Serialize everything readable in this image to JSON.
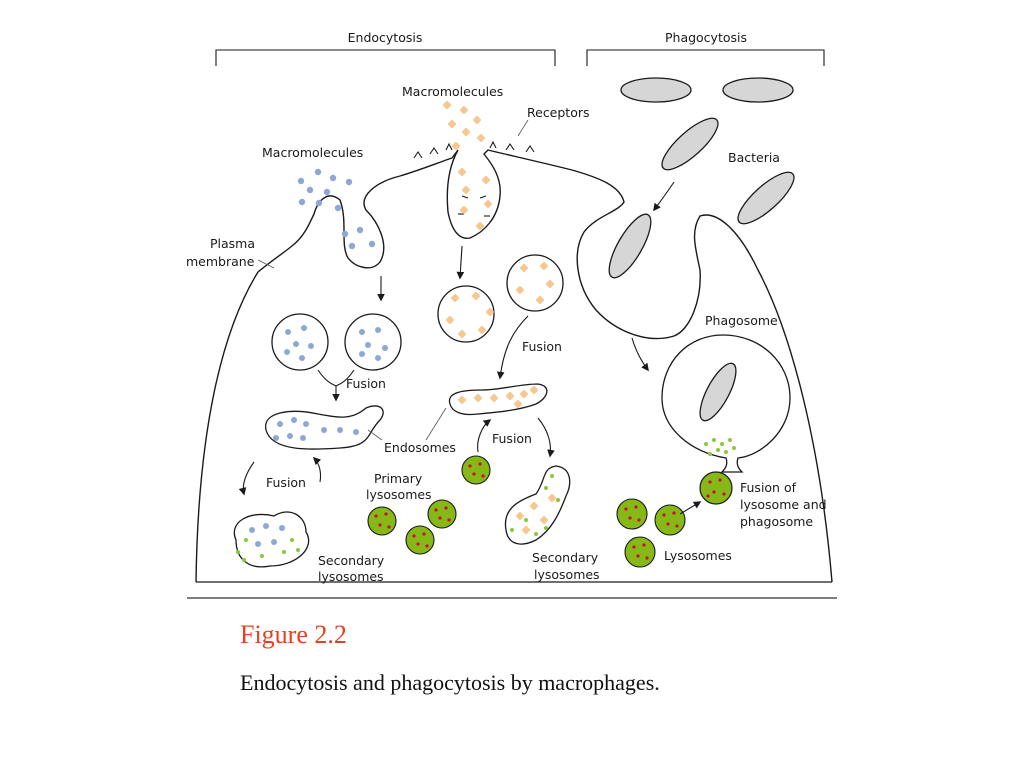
{
  "labels": {
    "endocytosis": "Endocytosis",
    "phagocytosis": "Phagocytosis",
    "macromolecules_center": "Macromolecules",
    "receptors": "Receptors",
    "macromolecules_left": "Macromolecules",
    "plasma": "Plasma",
    "membrane": "membrane",
    "bacteria": "Bacteria",
    "phagosome": "Phagosome",
    "fusion_left_upper": "Fusion",
    "fusion_center_upper": "Fusion",
    "endosomes": "Endosomes",
    "fusion_center_lower": "Fusion",
    "fusion_left_lower": "Fusion",
    "primary": "Primary",
    "lysosomes_primary": "lysosomes",
    "secondary_left": "Secondary",
    "lysosomes_secondary_left": "lysosomes",
    "secondary_center": "Secondary",
    "lysosomes_secondary_center": "lysosomes",
    "lysosomes_right": "Lysosomes",
    "fusion_of": "Fusion of",
    "lysosome_and": "lysosome and",
    "phagosome_word": "phagosome"
  },
  "caption": {
    "number": "Figure 2.2",
    "text": "Endocytosis and phagocytosis by macrophages."
  },
  "colors": {
    "figure_number": "#e8401c",
    "blue_macromolecule": "#8ea8d6",
    "orange_macromolecule": "#f7c790",
    "bacteria_fill": "#d6d6d6",
    "lysosome_fill": "#86b817",
    "lysosome_dot": "#c8102e",
    "enzyme_dot": "#8cc63f"
  }
}
